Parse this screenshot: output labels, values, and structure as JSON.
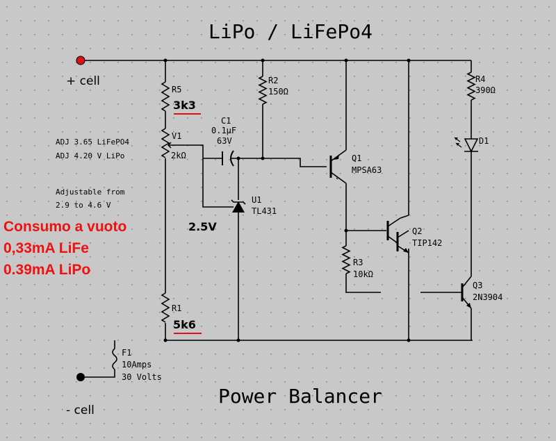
{
  "title": "LiPo / LiFePo4",
  "subtitle": "Power Balancer",
  "terminals": {
    "plus": "+ cell",
    "minus": "- cell"
  },
  "notes": {
    "adj1": "ADJ 3.65 LiFePO4",
    "adj2": "ADJ 4.20 V LiPo",
    "range1": "Adjustable from",
    "range2": "2.9 to 4.6 V",
    "vref": "2.5V"
  },
  "consumption": [
    "Consumo a vuoto",
    "0,33mA LiFe",
    "0.39mA LiPo"
  ],
  "components": {
    "r5": {
      "ref": "R5",
      "value": "3k3"
    },
    "v1": {
      "ref": "V1",
      "value": "2kΩ"
    },
    "r1": {
      "ref": "R1",
      "value": "5k6"
    },
    "c1": {
      "ref": "C1",
      "value": "0.1μF",
      "voltage": "63V"
    },
    "r2": {
      "ref": "R2",
      "value": "150Ω"
    },
    "u1": {
      "ref": "U1",
      "value": "TL431"
    },
    "q1": {
      "ref": "Q1",
      "value": "MPSA63"
    },
    "q2": {
      "ref": "Q2",
      "value": "TIP142"
    },
    "r3": {
      "ref": "R3",
      "value": "10kΩ"
    },
    "r4": {
      "ref": "R4",
      "value": "390Ω"
    },
    "d1": {
      "ref": "D1"
    },
    "q3": {
      "ref": "Q3",
      "value": "2N3904"
    },
    "f1": {
      "ref": "F1",
      "value": "10Amps",
      "voltage": "30 Volts"
    }
  },
  "colors": {
    "background": "#c8c8c8",
    "highlight": "#ee1111",
    "wire": "#000000"
  }
}
